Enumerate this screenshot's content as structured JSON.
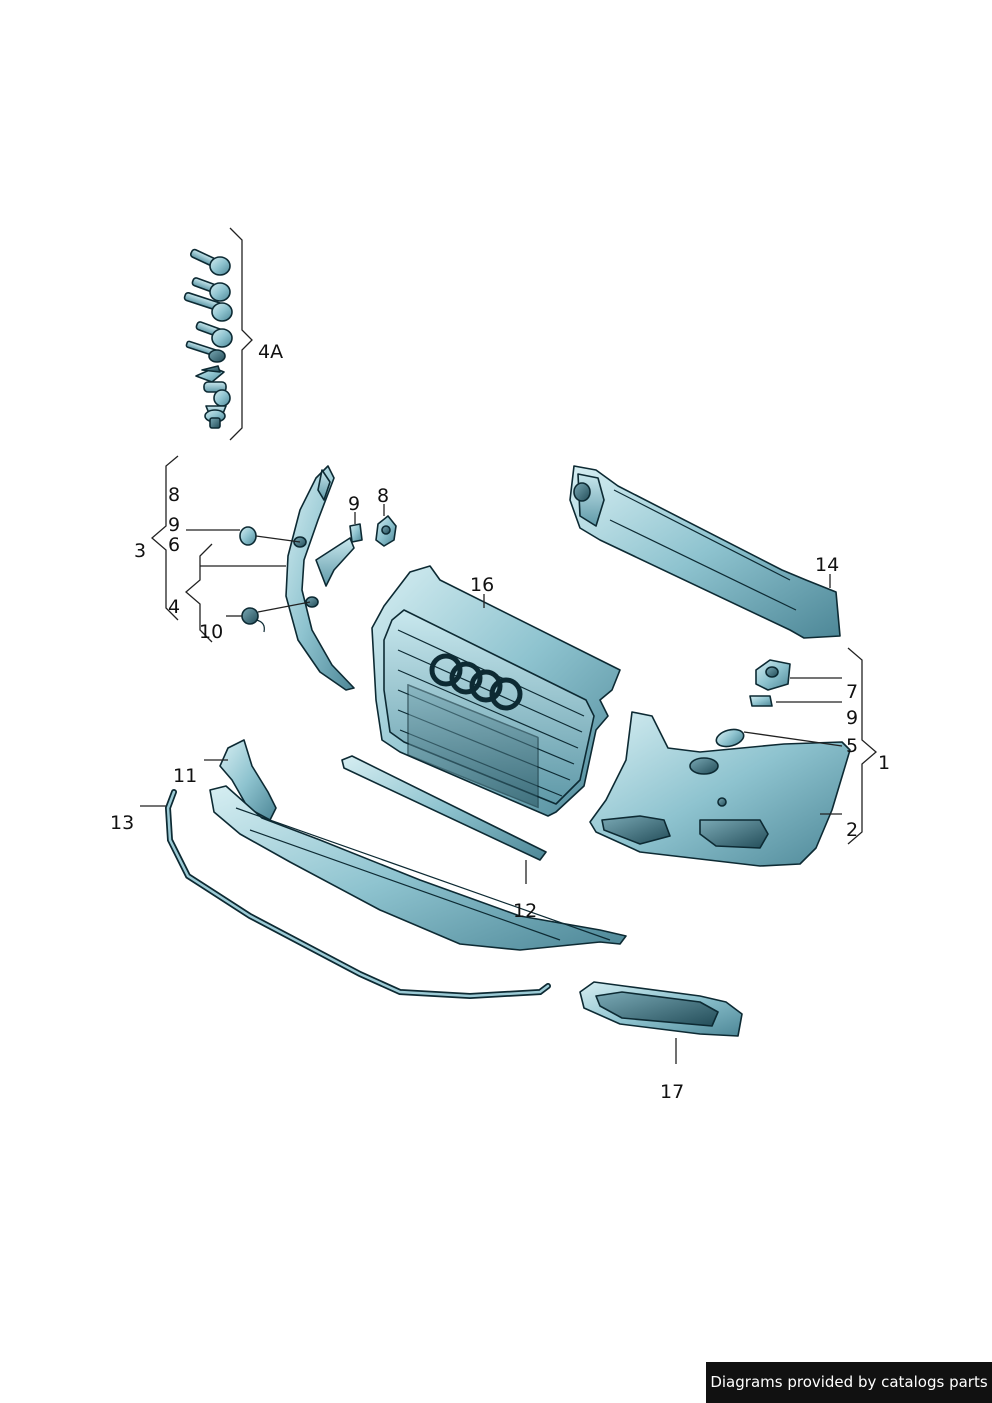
{
  "labels": {
    "l_4a": "4A",
    "l_8a": "8",
    "l_9a": "9",
    "l_3": "3",
    "l_6": "6",
    "l_4": "4",
    "l_10": "10",
    "l_9b": "9",
    "l_8b": "8",
    "l_16": "16",
    "l_14": "14",
    "l_7": "7",
    "l_9c": "9",
    "l_5": "5",
    "l_1": "1",
    "l_2": "2",
    "l_11": "11",
    "l_13": "13",
    "l_12": "12",
    "l_17": "17"
  },
  "credit": "Diagrams provided by catalogs parts",
  "colors": {
    "part_light": "#bfe3ea",
    "part_mid": "#7fb9c7",
    "part_dark": "#3e7484",
    "outline": "#0d2a33"
  }
}
